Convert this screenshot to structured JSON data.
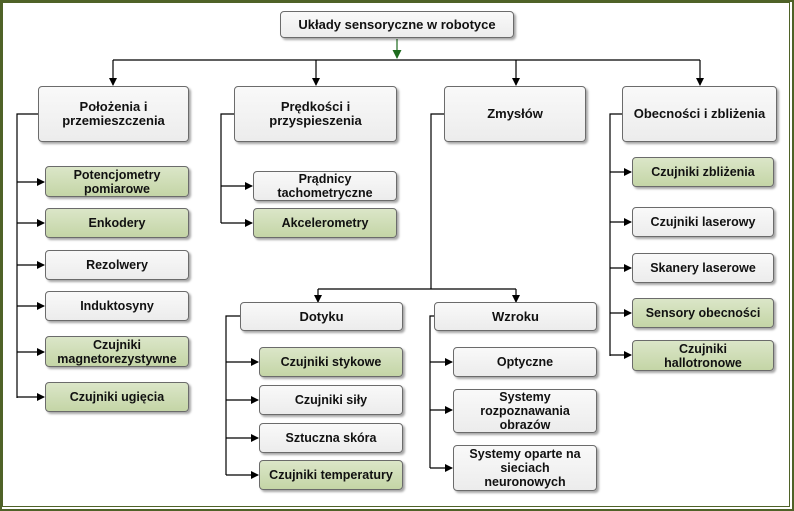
{
  "root": "Układy sensoryczne w robotyce",
  "categories": {
    "polozenia": "Położenia i przemieszczenia",
    "predkosci": "Prędkości i przyspieszenia",
    "zmyslow": "Zmysłów",
    "obecnosci": "Obecności i zbliżenia"
  },
  "polozenia_items": [
    "Potencjometry pomiarowe",
    "Enkodery",
    "Rezolwery",
    "Induktosyny",
    "Czujniki magnetorezystywne",
    "Czujniki ugięcia"
  ],
  "predkosci_items": [
    "Prądnicy tachometryczne",
    "Akcelerometry"
  ],
  "obecnosci_items": [
    "Czujniki zbliżenia",
    "Czujniki laserowy",
    "Skanery laserowe",
    "Sensory obecności",
    "Czujniki hallotronowe"
  ],
  "subcategories": {
    "dotyku": "Dotyku",
    "wzroku": "Wzroku"
  },
  "dotyku_items": [
    "Czujniki stykowe",
    "Czujniki siły",
    "Sztuczna skóra",
    "Czujniki temperatury"
  ],
  "wzroku_items": [
    "Optyczne",
    "Systemy rozpoznawania obrazów",
    "Systemy oparte na sieciach neuronowych"
  ],
  "colors": {
    "green_fill": "#c9d9ad",
    "grey_fill": "#f0f0f0",
    "frame": "#4f6228",
    "root_arrow": "#1e6b1e",
    "line": "#000000"
  }
}
